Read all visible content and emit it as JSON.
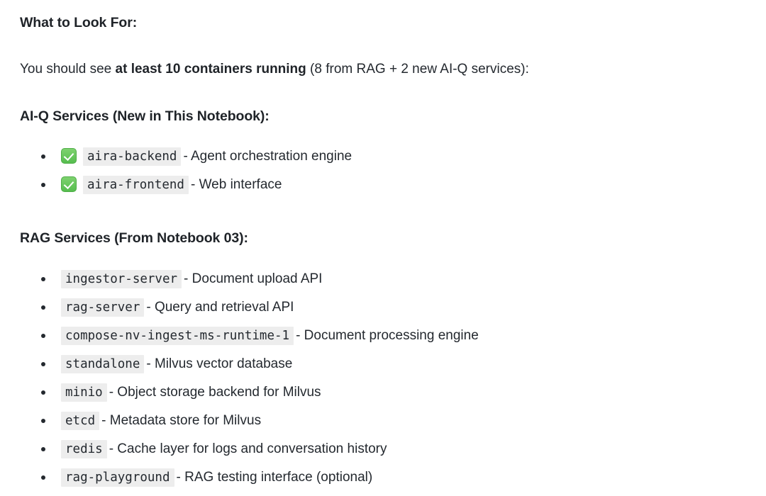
{
  "document": {
    "heading_look_for": "What to Look For:",
    "intro": {
      "prefix": "You should see ",
      "bold": "at least 10 containers running",
      "suffix": " (8 from RAG + 2 new AI-Q services):"
    },
    "aiq_section": {
      "heading": "AI-Q Services (New in This Notebook):",
      "items": [
        {
          "status_icon": "white-check-mark-emoji",
          "code": "aira-backend",
          "description": "- Agent orchestration engine"
        },
        {
          "status_icon": "white-check-mark-emoji",
          "code": "aira-frontend",
          "description": "- Web interface"
        }
      ]
    },
    "rag_section": {
      "heading": "RAG Services (From Notebook 03):",
      "items": [
        {
          "code": "ingestor-server",
          "description": "- Document upload API"
        },
        {
          "code": "rag-server",
          "description": "- Query and retrieval API"
        },
        {
          "code": "compose-nv-ingest-ms-runtime-1",
          "description": "- Document processing engine"
        },
        {
          "code": "standalone",
          "description": "- Milvus vector database"
        },
        {
          "code": "minio",
          "description": "- Object storage backend for Milvus"
        },
        {
          "code": "etcd",
          "description": "- Metadata store for Milvus"
        },
        {
          "code": "redis",
          "description": "- Cache layer for logs and conversation history"
        },
        {
          "code": "rag-playground",
          "description": "- RAG testing interface (optional)"
        }
      ]
    }
  },
  "colors": {
    "page_background": "#ffffff",
    "text": "#24292f",
    "heading": "#1f2328",
    "code_background": "#ededed",
    "check_green": "#56bd4f"
  }
}
